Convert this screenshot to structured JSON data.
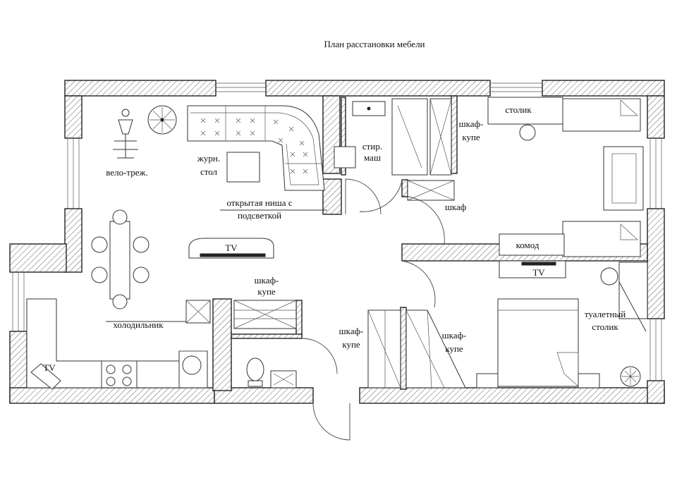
{
  "title": "План расстановки мебели",
  "labels": {
    "bike": "вело-треж.",
    "coffee_table_1": "журн.",
    "coffee_table_2": "стол",
    "niche_1": "открытая ниша с",
    "niche_2": "подсветкой",
    "tv_living": "TV",
    "wardrobe_hall_1": "шкаф-",
    "wardrobe_hall_2": "купе",
    "fridge": "холодильник",
    "tv_kitchen": "TV",
    "washer_1": "стир.",
    "washer_2": "маш",
    "wardrobe_bath_1": "шкаф-",
    "wardrobe_bath_2": "купе",
    "cabinet": "шкаф",
    "side_table": "столик",
    "dresser": "комод",
    "tv_bedroom": "TV",
    "vanity_1": "туалетный",
    "vanity_2": "столик",
    "wardrobe_c1_1": "шкаф-",
    "wardrobe_c1_2": "купе",
    "wardrobe_c2_1": "шкаф-",
    "wardrobe_c2_2": "купе"
  }
}
